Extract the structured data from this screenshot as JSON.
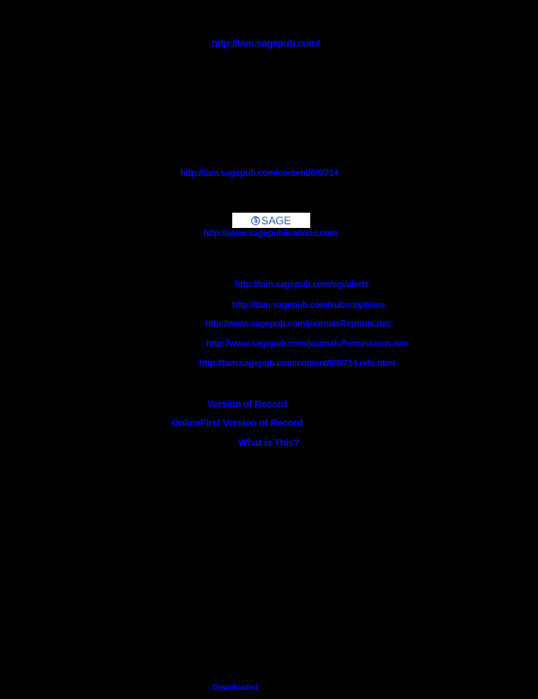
{
  "links": {
    "journal_url": "http://tam.sagepub.com/",
    "article_url": "http://tam.sagepub.com/content/6/6/714",
    "publisher_url": "http://www.sagepublications.com",
    "alerts_url": "http://tam.sagepub.com/cgi/alerts",
    "subscriptions_url": "http://tam.sagepub.com/subscriptions",
    "reprints_url": "http://www.sagepub.com/journalsReprints.nav",
    "permissions_url": "http://www.sagepub.com/journalsPermissions.nav",
    "refs_url": "http://tam.sagepub.com/content/6/6/714.refs.html",
    "version_of_record": "Version of Record",
    "onlinefirst_version": "OnlineFirst Version of Record",
    "what_is_this": "What is This?",
    "footer_link": "Downloaded"
  },
  "logo": {
    "mark": "$",
    "name": "SAGE"
  },
  "colors": {
    "background": "#000000",
    "link": "#0000ff",
    "logo_blue": "#2a66b8"
  }
}
